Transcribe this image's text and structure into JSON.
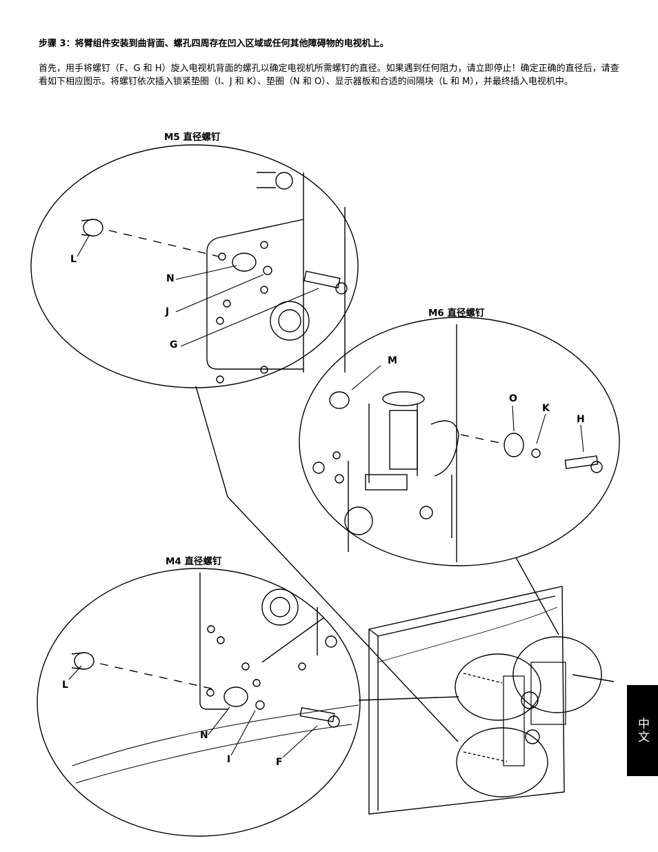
{
  "step": {
    "title": "步骤 3：将臂组件安装到曲背面、螺孔四周存在凹入区域或任何其他障碍物的电视机上。",
    "body": "首先，用手将螺钉（F、G 和 H）旋入电视机背面的螺孔以确定电视机所需螺钉的直径。如果遇到任何阻力，请立即停止！确定正确的直径后，请查看如下相应图示。将螺钉依次插入锁紧垫圈（I、J 和 K）、垫圈（N 和 O）、显示器板和合适的间隔块（L 和 M），并最终插入电视机中。"
  },
  "diagrams": {
    "m5_label": "M5 直径螺钉",
    "m6_label": "M6 直径螺钉",
    "m4_label": "M4 直径螺钉"
  },
  "parts": {
    "m5": {
      "l": "L",
      "n": "N",
      "j": "J",
      "g": "G"
    },
    "m6": {
      "m": "M",
      "o": "O",
      "k": "K",
      "h": "H"
    },
    "m4": {
      "l": "L",
      "n": "N",
      "i": "I",
      "f": "F"
    }
  },
  "language_tab": "中文"
}
